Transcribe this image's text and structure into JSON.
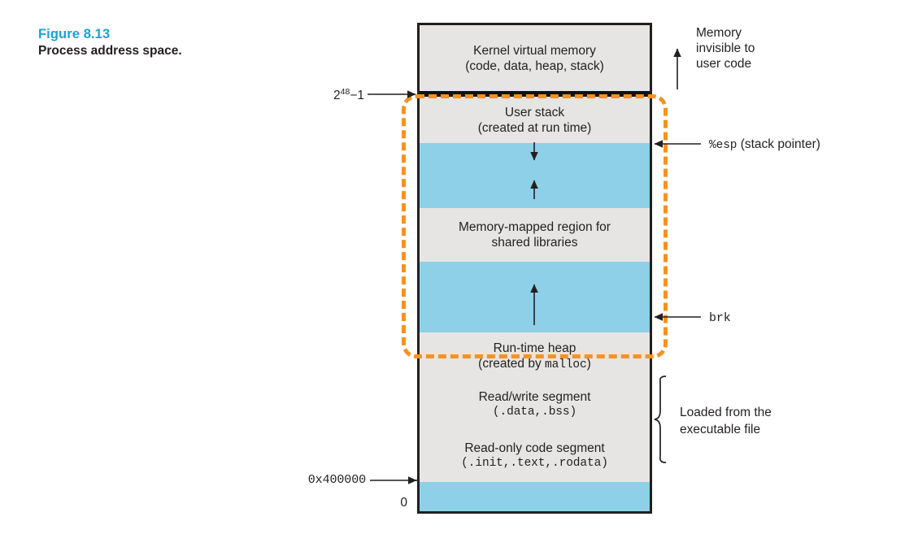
{
  "caption": {
    "figure_number": "Figure 8.13",
    "figure_title": "Process address space.",
    "accent_color": "#18a3d8"
  },
  "diagram": {
    "colors": {
      "segment_fill": "#e6e5e3",
      "gap_fill": "#8ed0e8",
      "outline": "#231f20",
      "highlight": "#f6921e"
    },
    "segments": [
      {
        "name": "kernel-virtual-memory",
        "line1": "Kernel virtual memory",
        "line2": "(code, data, heap, stack)",
        "fill": "gray"
      },
      {
        "name": "user-stack",
        "line1": "User stack",
        "line2": "(created at run time)",
        "fill": "gray"
      },
      {
        "name": "stack-gap",
        "line1": "",
        "line2": "",
        "fill": "blue"
      },
      {
        "name": "memory-mapped-region",
        "line1": "Memory-mapped region for",
        "line2": "shared libraries",
        "fill": "gray"
      },
      {
        "name": "heap-gap",
        "line1": "",
        "line2": "",
        "fill": "blue"
      },
      {
        "name": "run-time-heap",
        "line1": "Run-time heap",
        "line2_prefix": "(created by ",
        "line2_mono": "malloc",
        "line2_suffix": ")",
        "fill": "gray"
      },
      {
        "name": "read-write-segment",
        "line1": "Read/write segment",
        "line2_mono": "(.data,.bss)",
        "fill": "gray"
      },
      {
        "name": "read-only-code-segment",
        "line1": "Read-only code segment",
        "line2_mono": "(.init,.text,.rodata)",
        "fill": "gray"
      },
      {
        "name": "unmapped-low-memory",
        "line1": "",
        "line2": "",
        "fill": "blue"
      }
    ],
    "left_labels": [
      {
        "name": "address-2-48-minus-1",
        "base": "2",
        "exponent": "48",
        "suffix": "−1"
      },
      {
        "name": "address-0x400000",
        "text": "0x400000"
      },
      {
        "name": "address-zero",
        "text": "0"
      }
    ],
    "right_labels": [
      {
        "name": "memory-invisible-note",
        "line1": "Memory",
        "line2": "invisible to",
        "line3": "user code"
      },
      {
        "name": "esp-pointer-label",
        "mono": "%esp",
        "text": "(stack pointer)"
      },
      {
        "name": "brk-pointer-label",
        "mono": "brk"
      },
      {
        "name": "loaded-from-executable-note",
        "line1": "Loaded from the",
        "line2": "executable file"
      }
    ]
  }
}
